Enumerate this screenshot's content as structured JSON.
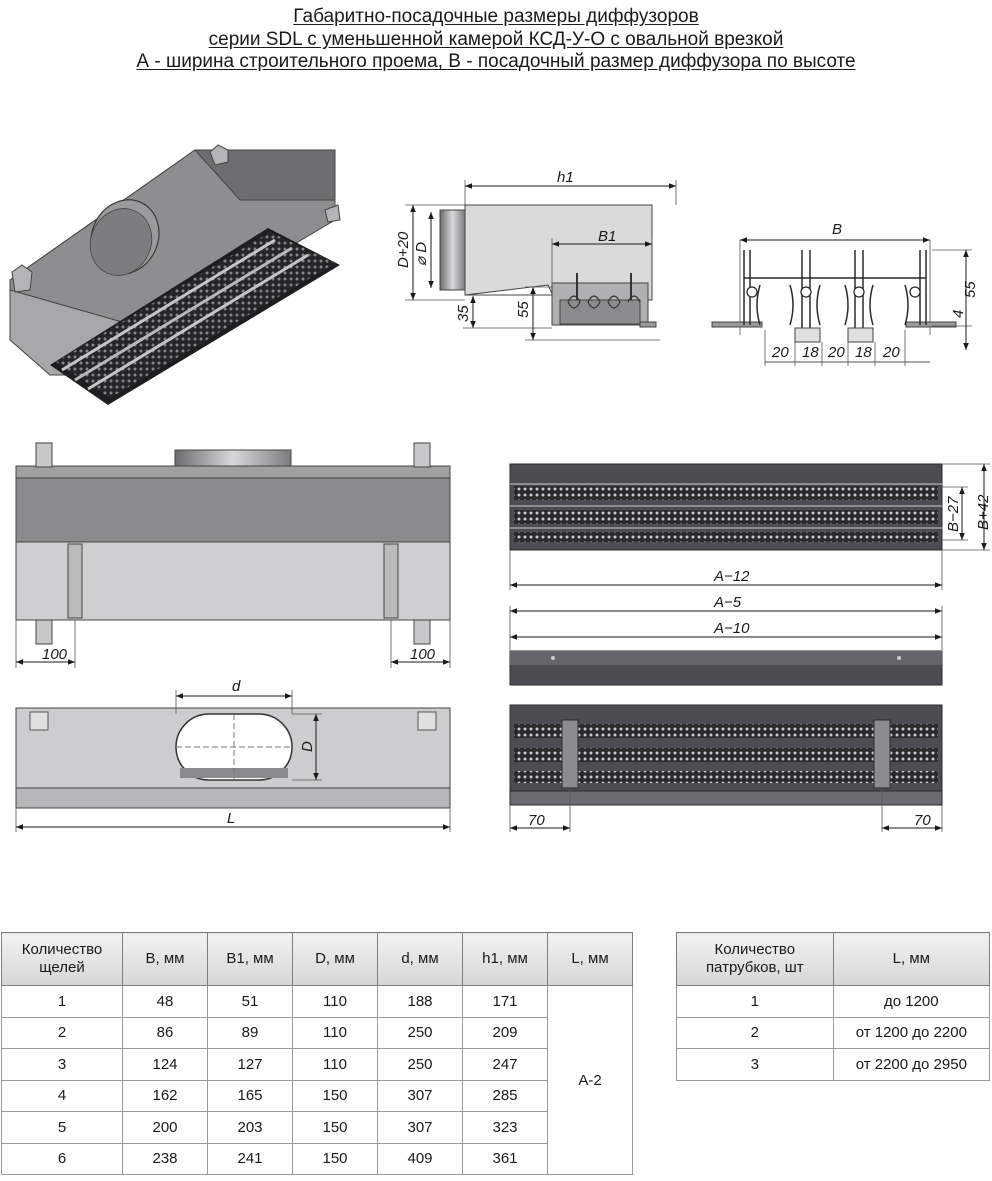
{
  "title": {
    "line1": "Габаритно-посадочные размеры диффузоров",
    "line2": "серии SDL с уменьшенной камерой КСД-У-О с овальной врезкой",
    "line3": "А - ширина строительного проема, В - посадочный размер диффузора по высоте"
  },
  "dims": {
    "h1": "h1",
    "b1": "B1",
    "d20": "D+20",
    "phid": "⌀ D",
    "d35": "35",
    "d55a": "55",
    "b": "B",
    "d55b": "55",
    "d4": "4",
    "s20a": "20",
    "s18a": "18",
    "s20b": "20",
    "s18b": "18",
    "s20c": "20",
    "l100a": "100",
    "l100b": "100",
    "dd": "d",
    "dD": "D",
    "L": "L",
    "a12": "A−12",
    "a5": "A−5",
    "a10": "A−10",
    "b27": "B−27",
    "b42": "B+42",
    "r70a": "70",
    "r70b": "70"
  },
  "table1": {
    "headers": [
      "Количество щелей",
      "B, мм",
      "B1, мм",
      "D, мм",
      "d, мм",
      "h1, мм",
      "L, мм"
    ],
    "rows": [
      [
        "1",
        "48",
        "51",
        "110",
        "188",
        "171"
      ],
      [
        "2",
        "86",
        "89",
        "110",
        "250",
        "209"
      ],
      [
        "3",
        "124",
        "127",
        "110",
        "250",
        "247"
      ],
      [
        "4",
        "162",
        "165",
        "150",
        "307",
        "285"
      ],
      [
        "5",
        "200",
        "203",
        "150",
        "307",
        "323"
      ],
      [
        "6",
        "238",
        "241",
        "150",
        "409",
        "361"
      ]
    ],
    "l_value": "А-2"
  },
  "table2": {
    "headers": [
      "Количество патрубков, шт",
      "L, мм"
    ],
    "rows": [
      [
        "1",
        "до 1200"
      ],
      [
        "2",
        "от 1200 до 2200"
      ],
      [
        "3",
        "от 2200 до 2950"
      ]
    ]
  }
}
